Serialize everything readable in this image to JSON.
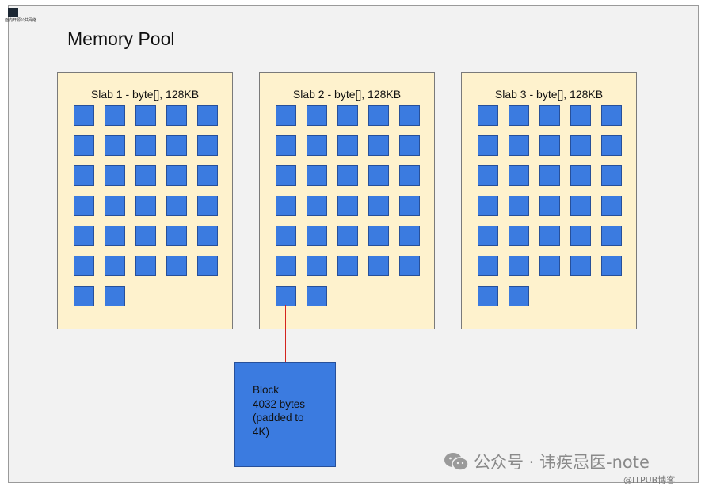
{
  "corner_logo_text": "面向开源公共网络",
  "diagram": {
    "title": "Memory Pool",
    "slabs": [
      {
        "label": "Slab 1 - byte[], 128KB",
        "block_count": 32
      },
      {
        "label": "Slab 2 - byte[], 128KB",
        "block_count": 32
      },
      {
        "label": "Slab 3 - byte[], 128KB",
        "block_count": 32
      }
    ],
    "block": {
      "lines": [
        "Block",
        "4032 bytes",
        "(padded to",
        "4K)"
      ]
    },
    "colors": {
      "slab_fill": "#fef2cd",
      "block_fill": "#3b7be0",
      "connector": "#d4241e",
      "background": "#f2f2f2"
    }
  },
  "watermark": {
    "text": "公众号 · 讳疾忌医-note",
    "icon": "wechat-icon"
  },
  "source_credit": "@ITPUB博客"
}
